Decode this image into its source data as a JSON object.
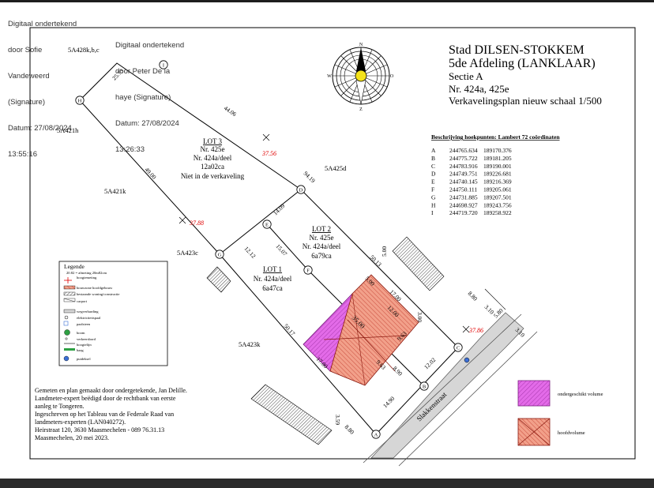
{
  "signatures": [
    {
      "lines": [
        "Digitaal ondertekend",
        "door Sofie",
        "Vandeweerd",
        "(Signature)",
        "Datum: 27/08/2024",
        "13:55:16"
      ]
    },
    {
      "lines": [
        "Digitaal ondertekend",
        "door Peter De la",
        "haye (Signature)",
        "Datum: 27/08/2024",
        "13:26:33"
      ]
    }
  ],
  "title_block": {
    "line1": "Stad DILSEN-STOKKEM",
    "line2": "5de Afdeling (LANKLAAR)",
    "line3": "Sectie A",
    "line4": "Nr. 424a, 425e",
    "line5": "Verkavelingsplan nieuw schaal 1/500"
  },
  "compass": {
    "n": "N",
    "s": "Z",
    "e": "O",
    "w": "W"
  },
  "coords": {
    "heading": "Beschrijving hoekpunten: Lambert 72 coördinaten",
    "rows": [
      {
        "id": "A",
        "x": "244765.634",
        "y": "189170.376"
      },
      {
        "id": "B",
        "x": "244775.722",
        "y": "189181.205"
      },
      {
        "id": "C",
        "x": "244783.916",
        "y": "189190.001"
      },
      {
        "id": "D",
        "x": "244749.751",
        "y": "189226.681"
      },
      {
        "id": "E",
        "x": "244740.145",
        "y": "189216.369"
      },
      {
        "id": "F",
        "x": "244750.111",
        "y": "189205.061"
      },
      {
        "id": "G",
        "x": "244731.885",
        "y": "189207.501"
      },
      {
        "id": "H",
        "x": "244698.927",
        "y": "189243.756"
      },
      {
        "id": "I",
        "x": "244719.720",
        "y": "189258.922"
      }
    ]
  },
  "lots": {
    "lot3": {
      "title": "LOT 3",
      "l1": "Nr. 425e",
      "l2": "Nr. 424a/deel",
      "l3": "12a02ca",
      "l4": "Niet in de verkaveling"
    },
    "lot2": {
      "title": "LOT 2",
      "l1": "Nr. 425e",
      "l2": "Nr. 424a/deel",
      "l3": "6a79ca"
    },
    "lot1": {
      "title": "LOT 1",
      "l1": "Nr. 424a/deel",
      "l2": "6a47ca"
    }
  },
  "parcels": [
    "5A428k,b,c",
    "5A421h",
    "5A421k",
    "5A425d",
    "5A423c",
    "5A423k"
  ],
  "points": [
    "A",
    "B",
    "C",
    "D",
    "E",
    "F",
    "G",
    "H",
    "I"
  ],
  "dims": {
    "d4406": "44.06",
    "d2573": "25.73",
    "d4900": "49.00",
    "d9419": "94.19",
    "d1409": "14.09",
    "d1212": "12.12",
    "d1507": "15.07",
    "d5013": "50.13",
    "d5017": "50.17",
    "d500a": "5.00",
    "d500b": "5.00",
    "d1700a": "17.00",
    "d1700b": "17.00",
    "d1200": "12.00",
    "d300a": "3.00",
    "d3500": "35.00",
    "d963a": "9.63",
    "d963b": "9.63",
    "d890": "8.90",
    "d1202": "12.02",
    "d1490": "14.90",
    "d359": "3.59",
    "d880a": "8.80",
    "d880b": "8.80",
    "d310a": "3.10",
    "d580": "5.80",
    "d310b": "3.10"
  },
  "heights": {
    "h1": "37.56",
    "h2": "37.88",
    "h3": "37.86"
  },
  "street": "Slakkenstraat",
  "legend": {
    "title": "Legende",
    "items": [
      "20.82 = afmeting 20m82cm",
      "hoogtemeting",
      "bouwzone hoofdgebouw",
      "bestaande woning/constructie",
      "carport",
      "wegverharding",
      "elektriciteitspaal",
      "paalsteen",
      "boom",
      "verkeersbord",
      "hoogtelijn",
      "haag",
      "putdeksel"
    ]
  },
  "surveyor": {
    "lines": [
      "Gemeten en plan gemaakt door ondergetekende, Jan Delille.",
      "Landmeter-expert beëdigd door de rechtbank van eerste",
      "aanleg te Tongeren.",
      "Ingeschreven op het Tableau van de Federale Raad van",
      "landmeters-experten (LAN040272).",
      "Heirstraat 120, 3630 Maasmechelen - 089 76.31.13",
      "Maasmechelen, 20 mei 2023."
    ]
  },
  "key": {
    "volume_a": "ondergeschikt volume",
    "volume_b": "hoofdvolume"
  },
  "colors": {
    "magenta": "#e36be8",
    "salmon": "#f2a08a",
    "hatch_red": "#c0392b",
    "height_red": "#e00000"
  }
}
